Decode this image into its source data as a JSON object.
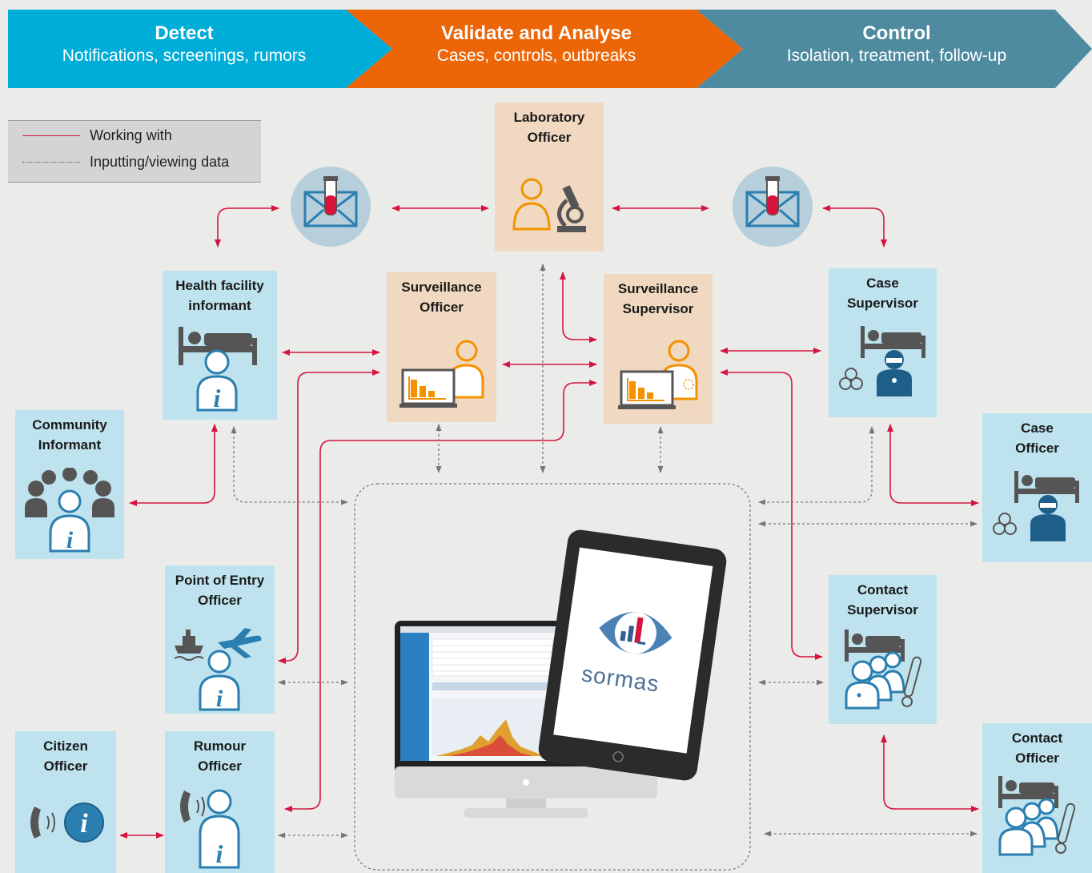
{
  "banners": [
    {
      "title": "Detect",
      "subtitle": "Notifications, screenings, rumors",
      "color": "#00acd8"
    },
    {
      "title": "Validate and Analyse",
      "subtitle": "Cases, controls, outbreaks",
      "color": "#ec6608"
    },
    {
      "title": "Control",
      "subtitle": "Isolation, treatment, follow-up",
      "color": "#4f8ba0"
    }
  ],
  "legend": {
    "working_with": "Working with",
    "inputting_viewing": "Inputting/viewing data"
  },
  "nodes": {
    "laboratory_officer": "Laboratory\nOfficer",
    "health_facility_informant": "Health facility\ninformant",
    "surveillance_officer": "Surveillance\nOfficer",
    "surveillance_supervisor": "Surveillance\nSupervisor",
    "case_supervisor": "Case\nSupervisor",
    "community_informant": "Community\nInformant",
    "case_officer": "Case\nOfficer",
    "point_of_entry_officer": "Point of Entry\nOfficer",
    "contact_supervisor": "Contact\nSupervisor",
    "citizen_officer": "Citizen\nOfficer",
    "rumour_officer": "Rumour\nOfficer",
    "contact_officer": "Contact\nOfficer"
  },
  "app_logo_text": "sormas",
  "colors": {
    "working_line": "#d6153f",
    "data_line": "#777777",
    "orange_icon": "#f39200",
    "blue_icon": "#2a7fb0",
    "dark_icon": "#555555"
  }
}
